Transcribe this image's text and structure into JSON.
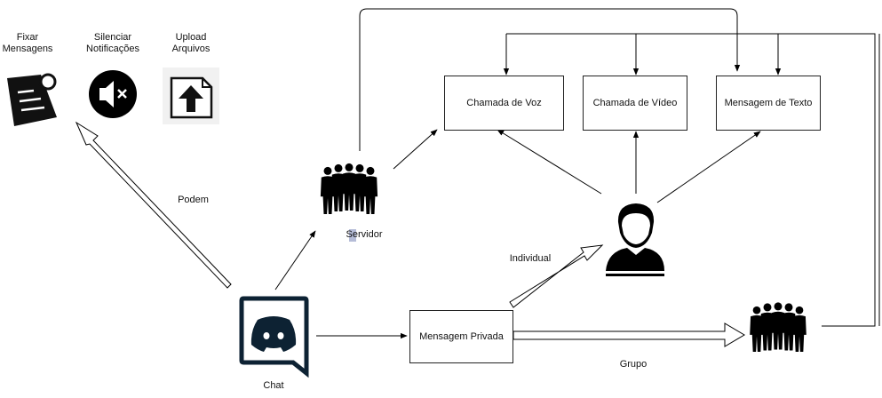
{
  "features": {
    "pin_line1": "Fixar",
    "pin_line2": "Mensagens",
    "mute_line1": "Silenciar",
    "mute_line2": "Notificações",
    "upload_line1": "Upload",
    "upload_line2": "Arquivos"
  },
  "nodes": {
    "voice_call": "Chamada de Voz",
    "video_call": "Chamada de Vídeo",
    "text_message": "Mensagem de Texto",
    "server": "Servidor",
    "chat": "Chat",
    "private_message": "Mensagem Privada"
  },
  "edge_labels": {
    "can": "Podem",
    "individual": "Individual",
    "group": "Grupo"
  },
  "icons": {
    "pin": "pin-note-icon",
    "mute": "speaker-mute-icon",
    "upload": "upload-file-icon",
    "server": "group-people-icon",
    "user": "user-avatar-icon",
    "group": "group-people-icon",
    "chat": "discord-chat-icon"
  },
  "colors": {
    "stroke": "#000000",
    "chat_icon": "#0d2233",
    "server_cursor": "#2b3f8c"
  }
}
